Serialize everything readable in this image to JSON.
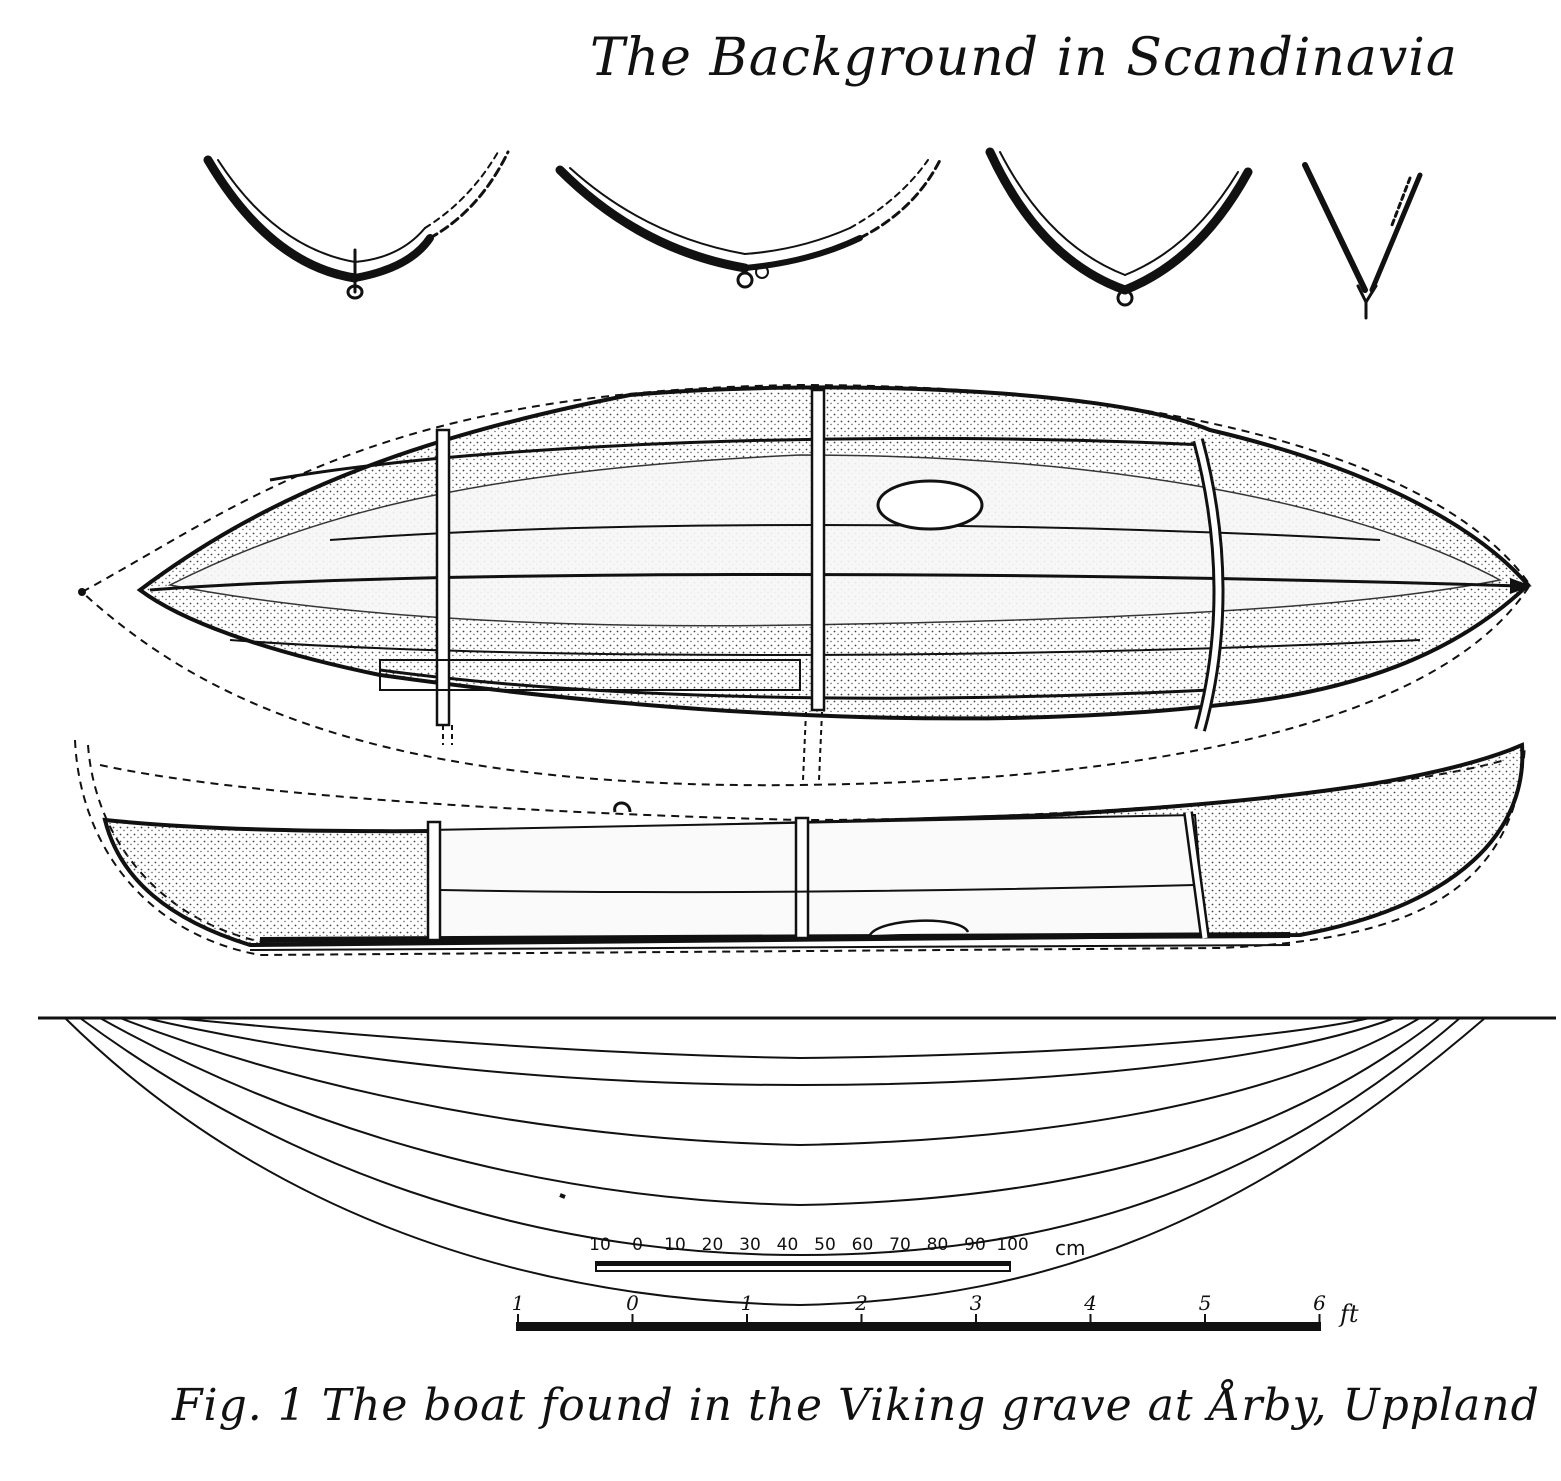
{
  "page": {
    "heading": "The Background in Scandinavia",
    "caption": "Fig. 1 The boat found in the Viking grave at Årby, Uppland"
  },
  "scale_cm": {
    "labels": [
      "10",
      "0",
      "10",
      "20",
      "30",
      "40",
      "50",
      "60",
      "70",
      "80",
      "90",
      "100"
    ],
    "unit": "cm"
  },
  "scale_ft": {
    "labels": [
      "1",
      "0",
      "1",
      "2",
      "3",
      "4",
      "5",
      "6"
    ],
    "unit": "ft"
  }
}
